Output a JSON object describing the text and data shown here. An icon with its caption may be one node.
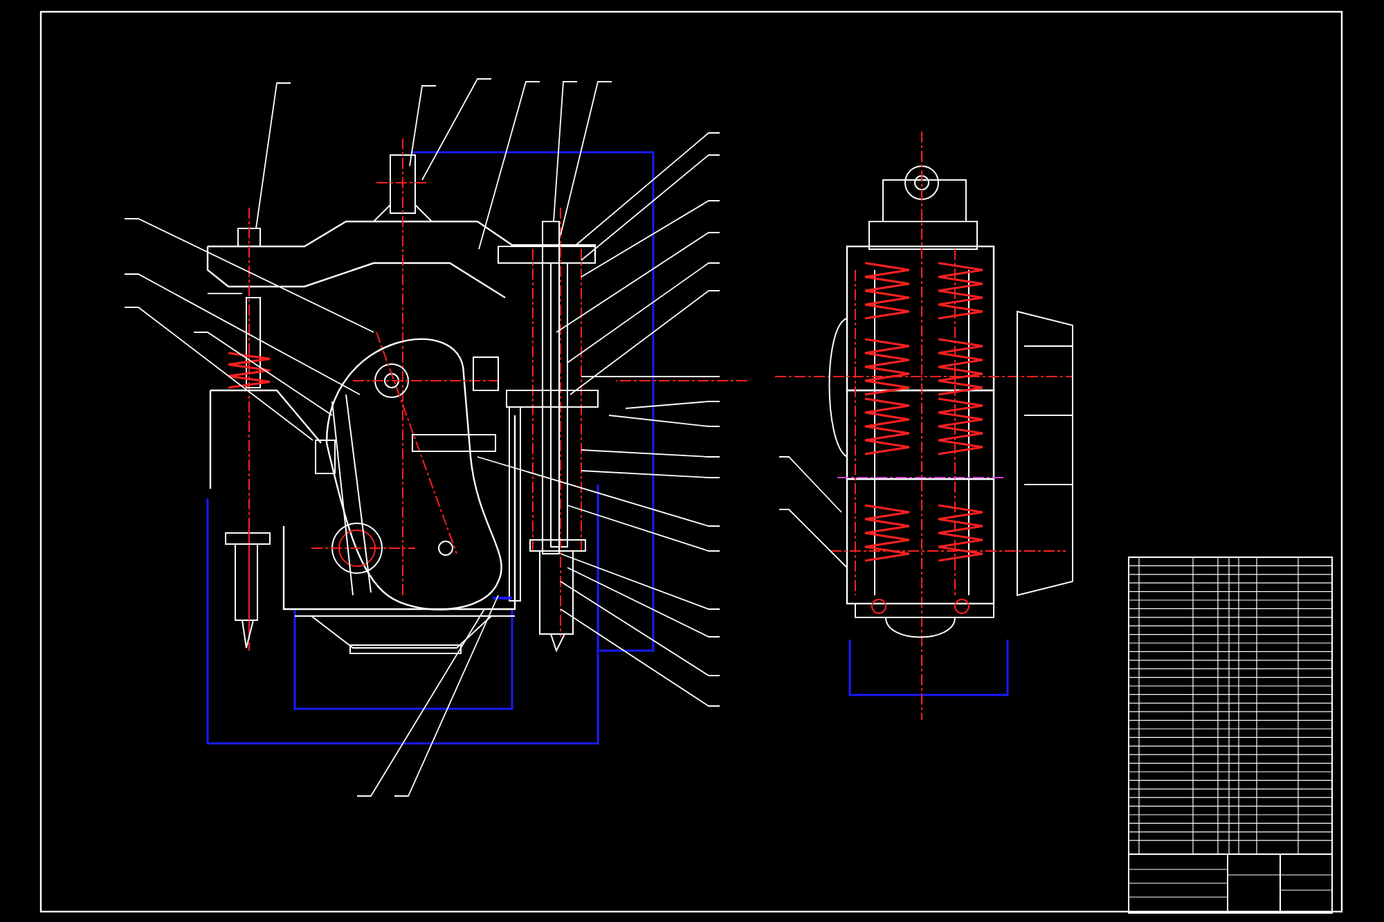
{
  "diagram": {
    "nodes": [
      {
        "text": [],
        "shape": "picture"
      },
      {
        "text": [],
        "shape": "picture"
      },
      {
        "text": [],
        "shape": "box"
      }
    ]
  }
}
